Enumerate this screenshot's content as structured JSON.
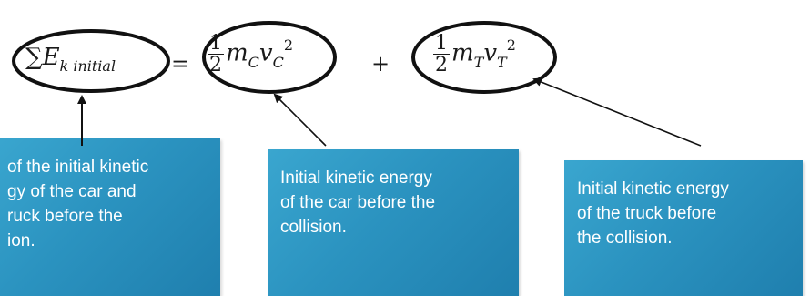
{
  "equation": {
    "sum_symbol": "∑",
    "lhs_base": "E",
    "lhs_subscript": "k initial",
    "equals": "=",
    "plus": "+",
    "half_num": "1",
    "half_den": "2",
    "car_mass": "m",
    "car_mass_sub": "C",
    "car_vel": "v",
    "car_vel_sub": "C",
    "truck_mass": "m",
    "truck_mass_sub": "T",
    "truck_vel": "v",
    "truck_vel_sub": "T",
    "exponent": "2"
  },
  "labels": {
    "total": [
      "of the initial kinetic",
      "gy of the car and",
      "ruck before the",
      "ion."
    ],
    "car": [
      "Initial kinetic energy",
      "of the car before the",
      "collision."
    ],
    "truck": [
      "Initial kinetic energy",
      "of the truck before",
      "the collision."
    ]
  },
  "colors": {
    "box_fill": "#2b93c0",
    "box_text": "#ffffff",
    "ellipse_stroke": "#111111"
  }
}
